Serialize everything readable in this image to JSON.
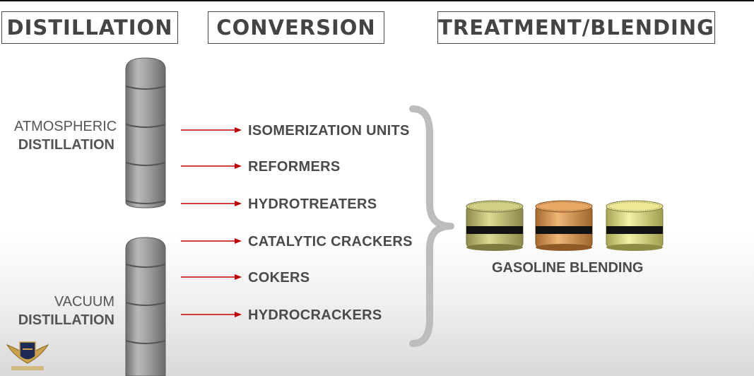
{
  "headers": {
    "distillation": "DISTILLATION",
    "conversion": "CONVERSION",
    "treatment": "TREATMENT/BLENDING"
  },
  "columns": {
    "atmospheric": {
      "line1": "ATMOSPHERIC",
      "line2": "DISTILLATION"
    },
    "vacuum": {
      "line1": "VACUUM",
      "line2": "DISTILLATION"
    }
  },
  "conversion_units": [
    "ISOMERIZATION UNITS",
    "REFORMERS",
    "HYDROTREATERS",
    "CATALYTIC CRACKERS",
    "COKERS",
    "HYDROCRACKERS"
  ],
  "blending": {
    "label": "GASOLINE BLENDING"
  },
  "colors": {
    "arrow": "#c00000",
    "tank_1": "#d9d58a",
    "tank_2": "#e4a866",
    "tank_3": "#eeea98",
    "tower": "#9a9a9a",
    "brace": "#bdbdbd"
  },
  "icons": [
    "distillation-tower-icon",
    "blending-tank-icon",
    "arrow-right-icon",
    "brace-icon",
    "forum-logo-icon"
  ]
}
